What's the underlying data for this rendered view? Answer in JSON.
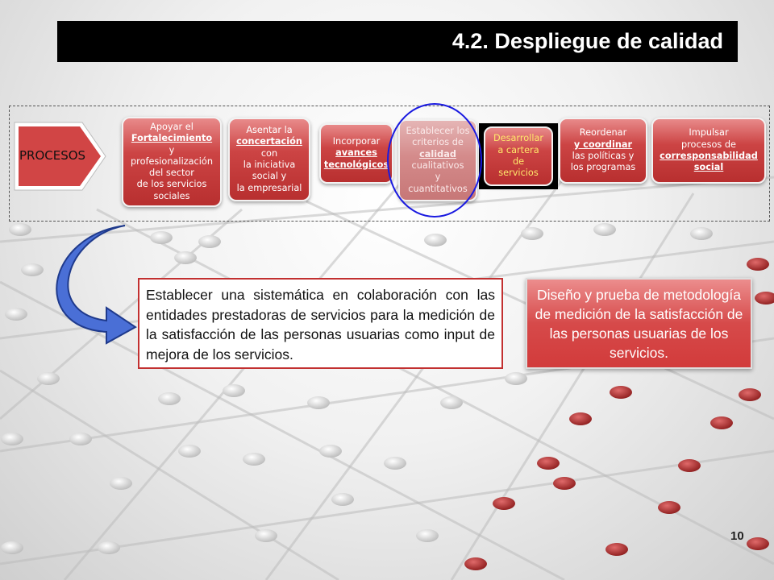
{
  "title": "4.2. Despliegue de calidad",
  "procesos_label": "PROCESOS",
  "steps": [
    {
      "lines": [
        "Apoyar el",
        "Fortalecimiento",
        "y",
        "profesionalización",
        "del sector",
        "de los servicios",
        "sociales"
      ],
      "underlined": [
        1
      ]
    },
    {
      "lines": [
        "Asentar la",
        "concertación",
        "con",
        "la iniciativa",
        "social y",
        "la empresarial"
      ],
      "underlined": [
        1
      ]
    },
    {
      "lines": [
        "Incorporar",
        "avances",
        "tecnológicos"
      ],
      "underlined": [
        1,
        2
      ]
    },
    {
      "lines": [
        "Establecer los",
        "criterios de",
        "calidad",
        "cualitativos",
        "y",
        "cuantitativos"
      ],
      "underlined": [
        2
      ]
    },
    {
      "lines": [
        "Desarrollar",
        "a cartera",
        "de",
        "servicios"
      ],
      "underlined": []
    },
    {
      "lines": [
        "Reordenar",
        "y coordinar",
        "las políticas y",
        "los programas"
      ],
      "underlined": [
        1
      ]
    },
    {
      "lines": [
        "Impulsar",
        "procesos de",
        "corresponsabilidad",
        "social"
      ],
      "underlined": [
        2,
        3
      ]
    }
  ],
  "main_text": "Establecer una sistemática en colaboración con las entidades prestadoras de servicios para la medición de la satisfacción de las personas usuarias como input de mejora de los servicios.",
  "red_box_text": "Diseño y prueba de metodología de medición de la satisfacción de las personas usuarias de los servicios.",
  "page_number": "10"
}
